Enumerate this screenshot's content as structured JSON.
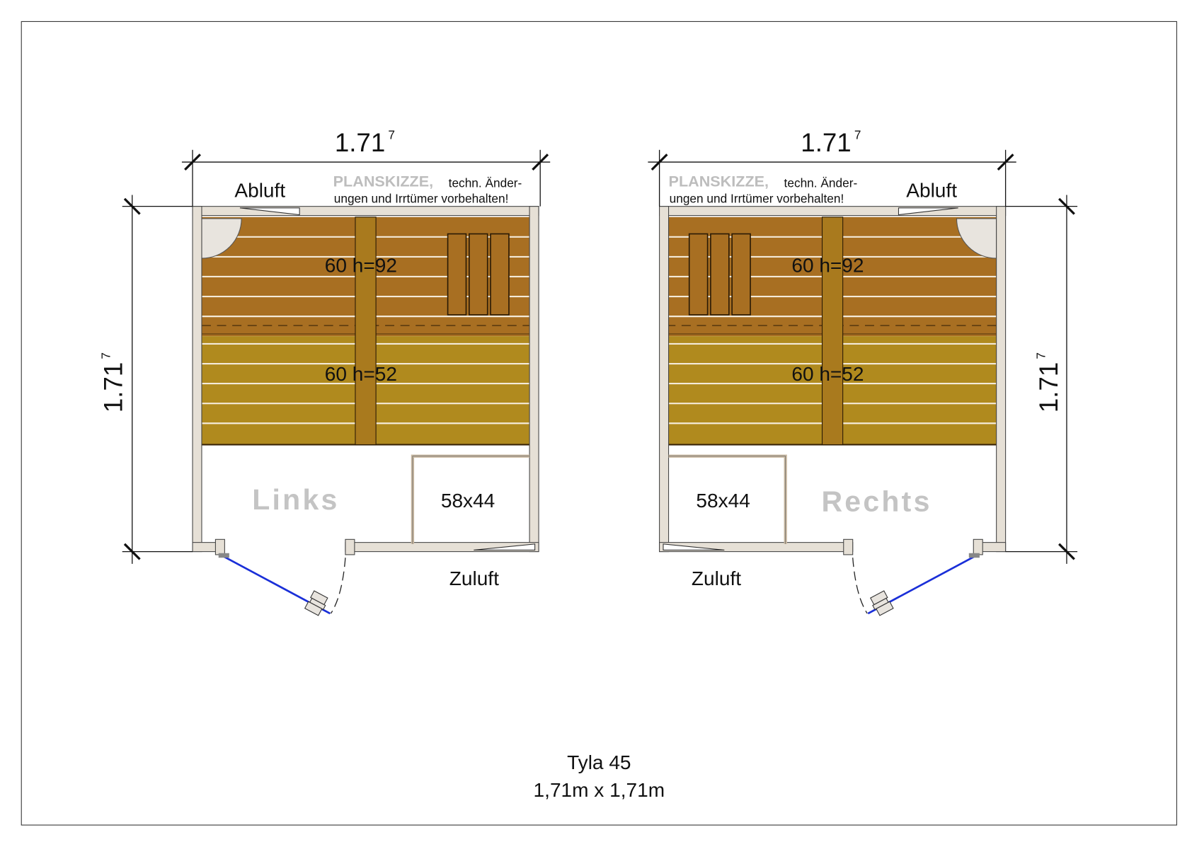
{
  "title": {
    "name": "Tyla 45",
    "size": "1,71m x 1,71m"
  },
  "colors": {
    "upper_bench": "#a86f22",
    "lower_bench": "#b08a1e",
    "wall": "#e6e0d6",
    "door_glass": "#1a2fd8"
  },
  "notice": {
    "strong": "PLANSKIZZE,",
    "line1": "techn. Änder-",
    "line2": "ungen und Irrtümer vorbehalten!"
  },
  "plans": [
    {
      "side": "Links",
      "width_dim": "1.71",
      "width_sup": "7",
      "depth_dim": "1.71",
      "depth_sup": "7",
      "exhaust": "Abluft",
      "intake": "Zuluft",
      "upper_bench": "60 h=92",
      "lower_bench": "60 h=52",
      "stove": "58x44"
    },
    {
      "side": "Rechts",
      "width_dim": "1.71",
      "width_sup": "7",
      "depth_dim": "1.71",
      "depth_sup": "7",
      "exhaust": "Abluft",
      "intake": "Zuluft",
      "upper_bench": "60 h=92",
      "lower_bench": "60 h=52",
      "stove": "58x44"
    }
  ]
}
